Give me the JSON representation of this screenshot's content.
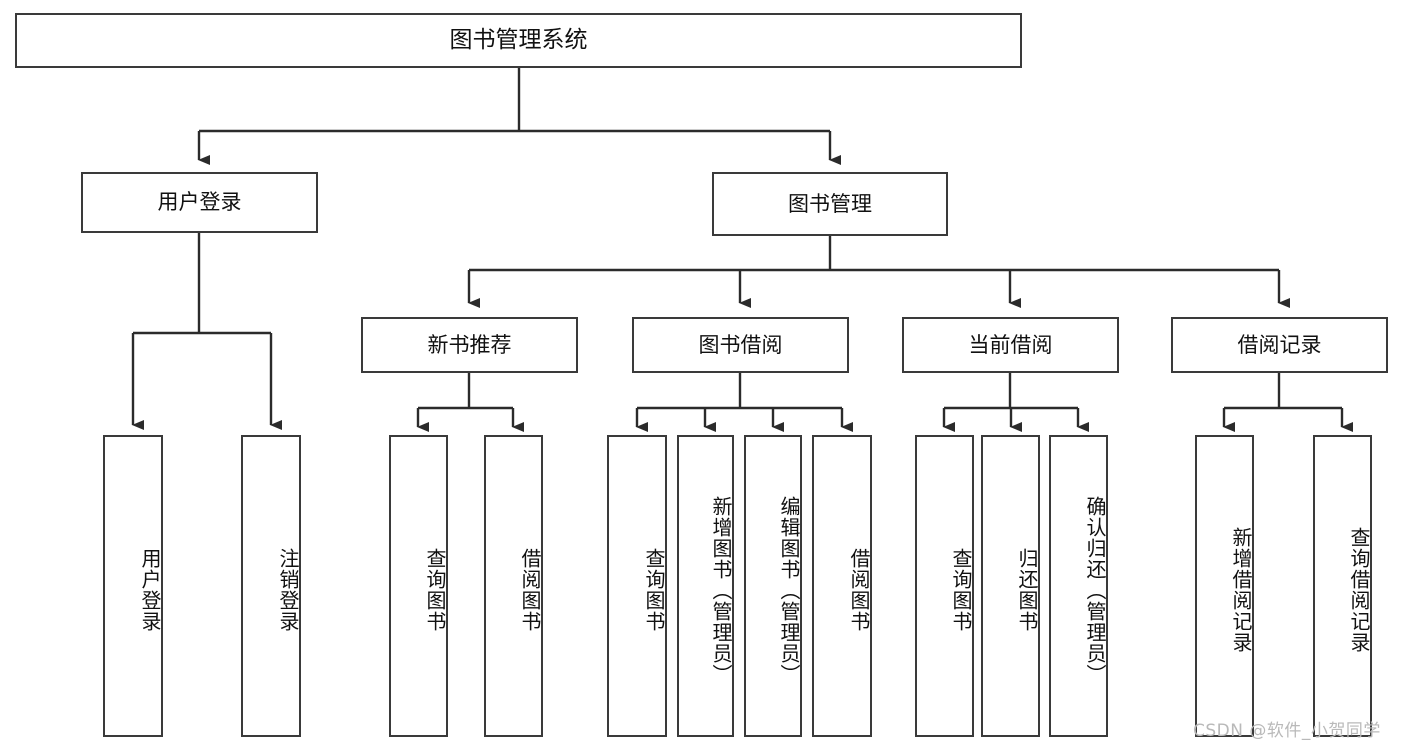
{
  "diagram": {
    "type": "tree",
    "title": "图书管理系统",
    "root": {
      "label": "图书管理系统"
    },
    "level2": [
      {
        "label": "用户登录"
      },
      {
        "label": "图书管理"
      }
    ],
    "level3": [
      {
        "label": "新书推荐"
      },
      {
        "label": "图书借阅"
      },
      {
        "label": "当前借阅"
      },
      {
        "label": "借阅记录"
      }
    ],
    "leaves": {
      "user_login": [
        {
          "label": "用户登录"
        },
        {
          "label": "注销登录"
        }
      ],
      "new_book_recommend": [
        {
          "label": "查询图书"
        },
        {
          "label": "借阅图书"
        }
      ],
      "book_borrow": [
        {
          "label": "查询图书"
        },
        {
          "label": "新增图书（管理员）"
        },
        {
          "label": "编辑图书（管理员）"
        },
        {
          "label": "借阅图书"
        }
      ],
      "current_borrow": [
        {
          "label": "查询图书"
        },
        {
          "label": "归还图书"
        },
        {
          "label": "确认归还（管理员）"
        }
      ],
      "borrow_record": [
        {
          "label": "新增借阅记录"
        },
        {
          "label": "查询借阅记录"
        }
      ]
    }
  },
  "watermark": {
    "text": "CSDN @软件_小贺同学"
  },
  "colors": {
    "stroke": "#3a3a3a",
    "text": "#111111",
    "background": "#ffffff",
    "watermark": "#b9b9b9"
  }
}
